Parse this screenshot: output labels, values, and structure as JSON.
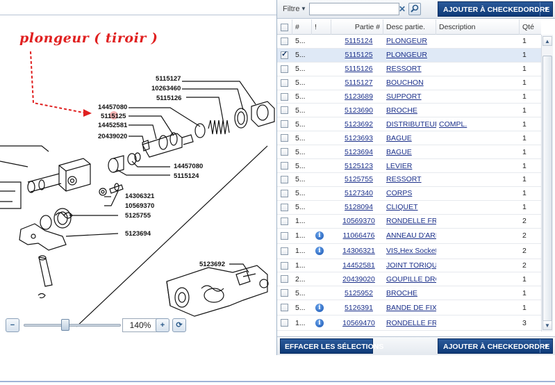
{
  "diagram": {
    "annotation": "plongeur ( tiroir )",
    "callouts": [
      "5115127",
      "10263460",
      "5115126",
      "14457080",
      "5115125",
      "14452581",
      "20439020",
      "14457080",
      "5115124",
      "14306321",
      "10569370",
      "5125755",
      "5123694",
      "5123692"
    ],
    "zoom": {
      "value": "140%",
      "slider_fraction": 0.43
    }
  },
  "toolbar": {
    "filter_label": "Filtre",
    "filter_value": "",
    "add_button": "AJOUTER À CHECKEDORDRE"
  },
  "grid": {
    "headers": [
      "#",
      "!",
      "Partie #",
      "Desc partie.",
      "Description",
      "Qté"
    ],
    "rows": [
      {
        "num": "5...",
        "info": false,
        "part": "5115124",
        "desc": "PLONGEUR",
        "description": "",
        "qty": "1",
        "checked": false
      },
      {
        "num": "5...",
        "info": false,
        "part": "5115125",
        "desc": "PLONGEUR",
        "description": "",
        "qty": "1",
        "checked": true
      },
      {
        "num": "5...",
        "info": false,
        "part": "5115126",
        "desc": "RESSORT",
        "description": "",
        "qty": "1",
        "checked": false
      },
      {
        "num": "5...",
        "info": false,
        "part": "5115127",
        "desc": "BOUCHON",
        "description": "",
        "qty": "1",
        "checked": false
      },
      {
        "num": "5...",
        "info": false,
        "part": "5123689",
        "desc": "SUPPORT",
        "description": "",
        "qty": "1",
        "checked": false
      },
      {
        "num": "5...",
        "info": false,
        "part": "5123690",
        "desc": "BROCHE",
        "description": "",
        "qty": "1",
        "checked": false
      },
      {
        "num": "5...",
        "info": false,
        "part": "5123692",
        "desc": "DISTRIBUTEUR",
        "description": "COMPL.",
        "qty": "1",
        "checked": false
      },
      {
        "num": "5...",
        "info": false,
        "part": "5123693",
        "desc": "BAGUE",
        "description": "",
        "qty": "1",
        "checked": false
      },
      {
        "num": "5...",
        "info": false,
        "part": "5123694",
        "desc": "BAGUE",
        "description": "",
        "qty": "1",
        "checked": false
      },
      {
        "num": "5...",
        "info": false,
        "part": "5125123",
        "desc": "LEVIER",
        "description": "",
        "qty": "1",
        "checked": false
      },
      {
        "num": "5...",
        "info": false,
        "part": "5125755",
        "desc": "RESSORT",
        "description": "",
        "qty": "1",
        "checked": false
      },
      {
        "num": "5...",
        "info": false,
        "part": "5127340",
        "desc": "CORPS",
        "description": "",
        "qty": "1",
        "checked": false
      },
      {
        "num": "5...",
        "info": false,
        "part": "5128094",
        "desc": "CLIQUET",
        "description": "",
        "qty": "1",
        "checked": false
      },
      {
        "num": "1...",
        "info": false,
        "part": "10569370",
        "desc": "RONDELLE FRE",
        "description": "",
        "qty": "2",
        "checked": false
      },
      {
        "num": "1...",
        "info": true,
        "part": "11066476",
        "desc": "ANNEAU D'ARF",
        "description": "",
        "qty": "2",
        "checked": false
      },
      {
        "num": "1...",
        "info": true,
        "part": "14306321",
        "desc": "VIS,Hex Socket",
        "description": "",
        "qty": "2",
        "checked": false
      },
      {
        "num": "1...",
        "info": false,
        "part": "14452581",
        "desc": "JOINT TORIQUE",
        "description": "",
        "qty": "2",
        "checked": false
      },
      {
        "num": "2...",
        "info": false,
        "part": "20439020",
        "desc": "GOUPILLE DRO",
        "description": "",
        "qty": "1",
        "checked": false
      },
      {
        "num": "5...",
        "info": false,
        "part": "5125952",
        "desc": "BROCHE",
        "description": "",
        "qty": "1",
        "checked": false
      },
      {
        "num": "5...",
        "info": true,
        "part": "5126391",
        "desc": "BANDE DE FIX/",
        "description": "",
        "qty": "1",
        "checked": false
      },
      {
        "num": "1...",
        "info": true,
        "part": "10569470",
        "desc": "RONDELLE FRE",
        "description": "",
        "qty": "3",
        "checked": false
      }
    ]
  },
  "footer": {
    "clear_button": "EFFACER LES SÉLECTIONS",
    "add_button": "AJOUTER À CHECKEDORDRE"
  },
  "colors": {
    "primary": "#0e3a78",
    "link": "#1a2f8a",
    "annotation": "#e02020",
    "selected_row": "#dfe9f6"
  }
}
